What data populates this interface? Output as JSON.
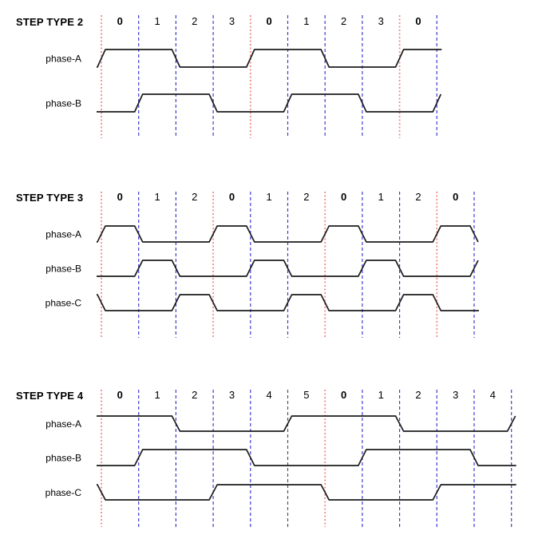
{
  "diagram": {
    "colors": {
      "waveform": "#1c1c1c",
      "cycle_line": "#f28b86",
      "step_line": "#3d3dd2",
      "alt_line": "#555555",
      "text": "#000000",
      "background": "#ffffff"
    },
    "bold_label": "0",
    "sections": [
      {
        "title": "STEP TYPE 2",
        "step_labels": [
          "0",
          "1",
          "2",
          "3",
          "0",
          "1",
          "2",
          "3",
          "0"
        ],
        "boundary_lines": [
          "red",
          "blue",
          "blue",
          "blue",
          "red",
          "blue",
          "blue",
          "blue",
          "red",
          "blue"
        ],
        "phases": [
          {
            "label": "phase-A",
            "pre": 0,
            "levels": [
              1,
              1,
              0,
              0,
              1,
              1,
              0,
              0,
              1
            ],
            "post": 1
          },
          {
            "label": "phase-B",
            "pre": 0,
            "levels": [
              0,
              1,
              1,
              0,
              0,
              1,
              1,
              0,
              0
            ],
            "post": 1
          }
        ]
      },
      {
        "title": "STEP TYPE 3",
        "step_labels": [
          "0",
          "1",
          "2",
          "0",
          "1",
          "2",
          "0",
          "1",
          "2",
          "0"
        ],
        "boundary_lines": [
          "red",
          "blue",
          "blue",
          "red",
          "blue",
          "blue",
          "red",
          "blue",
          "blue",
          "red",
          "blue"
        ],
        "phases": [
          {
            "label": "phase-A",
            "pre": 0,
            "levels": [
              1,
              0,
              0,
              1,
              0,
              0,
              1,
              0,
              0,
              1
            ],
            "post": 0
          },
          {
            "label": "phase-B",
            "pre": 0,
            "levels": [
              0,
              1,
              0,
              0,
              1,
              0,
              0,
              1,
              0,
              0
            ],
            "post": 1
          },
          {
            "label": "phase-C",
            "pre": 1,
            "levels": [
              0,
              0,
              1,
              0,
              0,
              1,
              0,
              0,
              1,
              0
            ],
            "post": 0
          }
        ]
      },
      {
        "title": "STEP TYPE 4",
        "step_labels": [
          "0",
          "1",
          "2",
          "3",
          "4",
          "5",
          "0",
          "1",
          "2",
          "3",
          "4"
        ],
        "boundary_lines": [
          "red",
          "blue",
          "blue",
          "blue",
          "blue",
          "black",
          "red",
          "blue",
          "blue",
          "blue",
          "blue",
          "blue"
        ],
        "phases": [
          {
            "label": "phase-A",
            "pre": 1,
            "levels": [
              1,
              1,
              0,
              0,
              0,
              1,
              1,
              1,
              0,
              0,
              0
            ],
            "post": 1
          },
          {
            "label": "phase-B",
            "pre": 0,
            "levels": [
              0,
              1,
              1,
              1,
              0,
              0,
              0,
              1,
              1,
              1,
              0
            ],
            "post": 0
          },
          {
            "label": "phase-C",
            "pre": 1,
            "levels": [
              0,
              0,
              0,
              1,
              1,
              1,
              0,
              0,
              0,
              1,
              1
            ],
            "post": 1
          }
        ]
      }
    ]
  }
}
